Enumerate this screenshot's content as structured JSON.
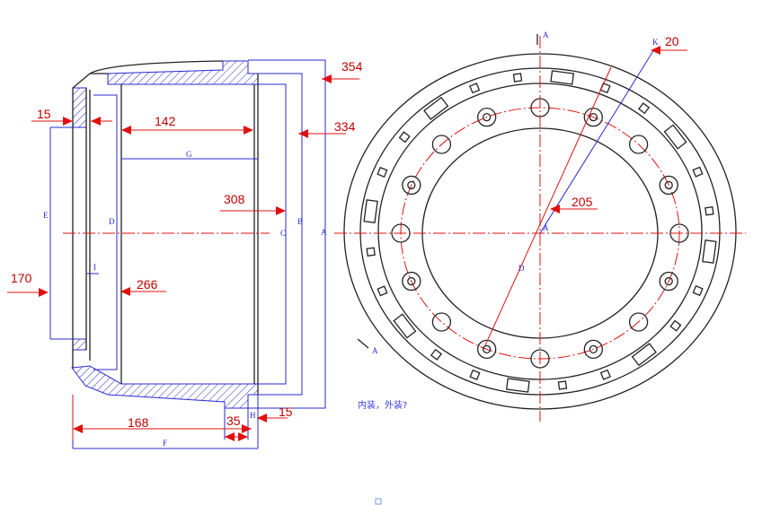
{
  "side_view": {
    "dims": {
      "d354": "354",
      "d15_top": "15",
      "d142": "142",
      "d334": "334",
      "d308": "308",
      "d170": "170",
      "d266": "266",
      "d168": "168",
      "d35": "35",
      "d15_bottom": "15"
    },
    "labels": {
      "A": "A",
      "B": "B",
      "C": "C",
      "D": "D",
      "E": "E",
      "F": "F",
      "G": "G",
      "H": "H",
      "I": "I"
    }
  },
  "front_view": {
    "dims": {
      "d20": "20",
      "d205": "205"
    },
    "labels": {
      "section_top": "A",
      "section_bottom": "A",
      "center": "A",
      "K": "K",
      "D": "D"
    },
    "bolt_hole_count": 16
  },
  "note": "内装，外装?",
  "colors": {
    "dimension": "#e01010",
    "construction": "#2a2ad0",
    "outline": "#222222"
  }
}
